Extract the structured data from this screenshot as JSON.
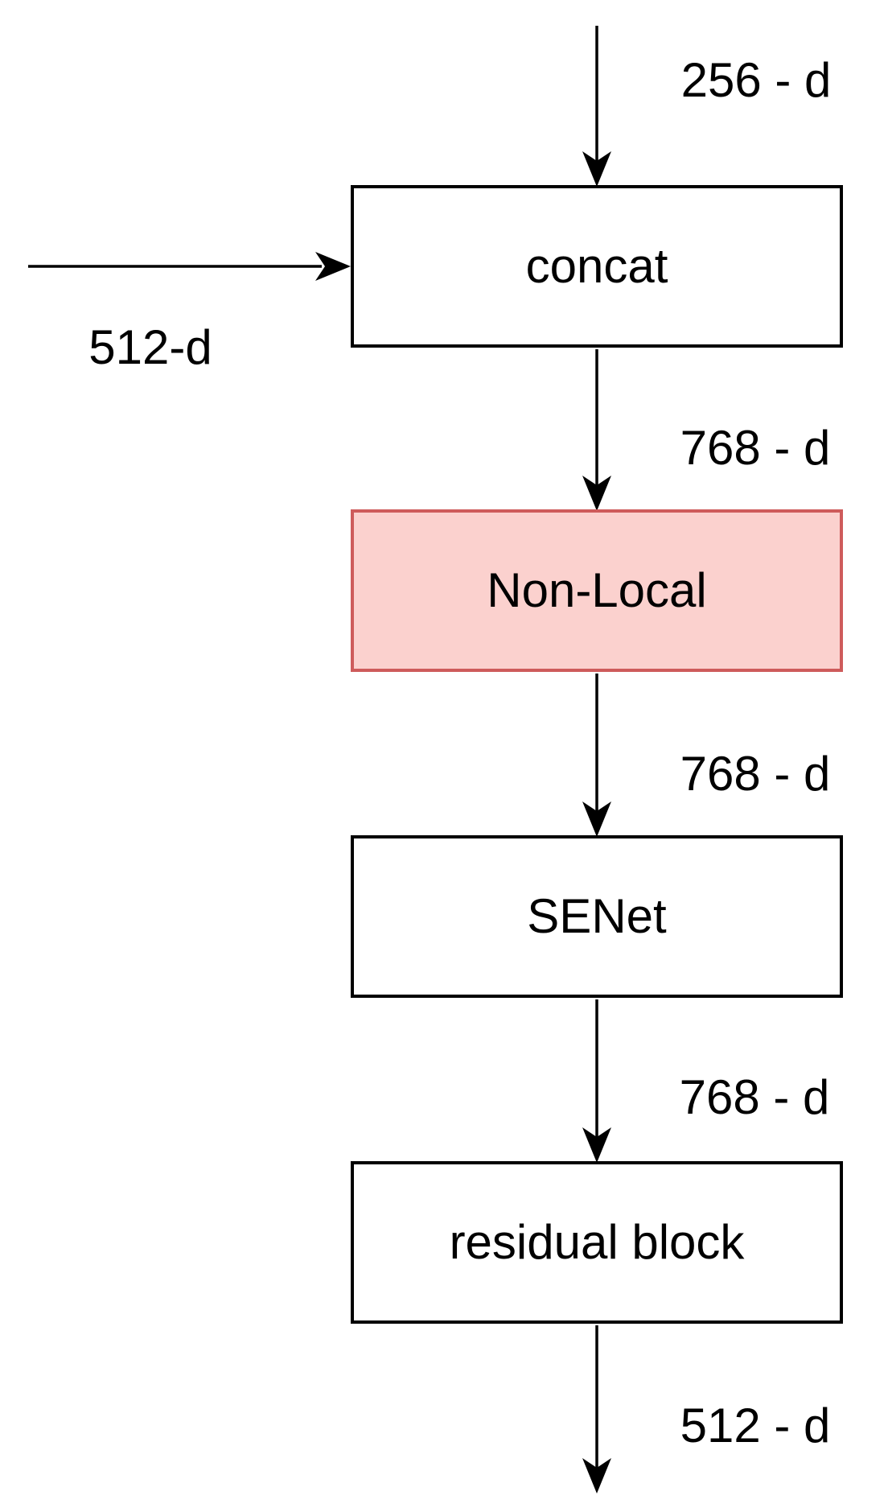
{
  "diagram": {
    "nodes": [
      {
        "id": "concat",
        "label": "concat"
      },
      {
        "id": "non-local",
        "label": "Non-Local"
      },
      {
        "id": "senet",
        "label": "SENet"
      },
      {
        "id": "residual-block",
        "label": "residual block"
      }
    ],
    "edge_labels": [
      {
        "id": "input-top",
        "text": "256 - d"
      },
      {
        "id": "input-left",
        "text": "512-d"
      },
      {
        "id": "concat-to-nonlocal",
        "text": "768 - d"
      },
      {
        "id": "nonlocal-to-senet",
        "text": "768 - d"
      },
      {
        "id": "senet-to-residual",
        "text": "768 - d"
      },
      {
        "id": "output-bottom",
        "text": "512 - d"
      }
    ],
    "colors": {
      "background": "#ffffff",
      "line": "#000000",
      "text": "#000000",
      "box_fill": "#ffffff",
      "box_stroke": "#000000",
      "highlight_fill": "#FBD1CE",
      "highlight_stroke": "#CE5B5B"
    }
  }
}
